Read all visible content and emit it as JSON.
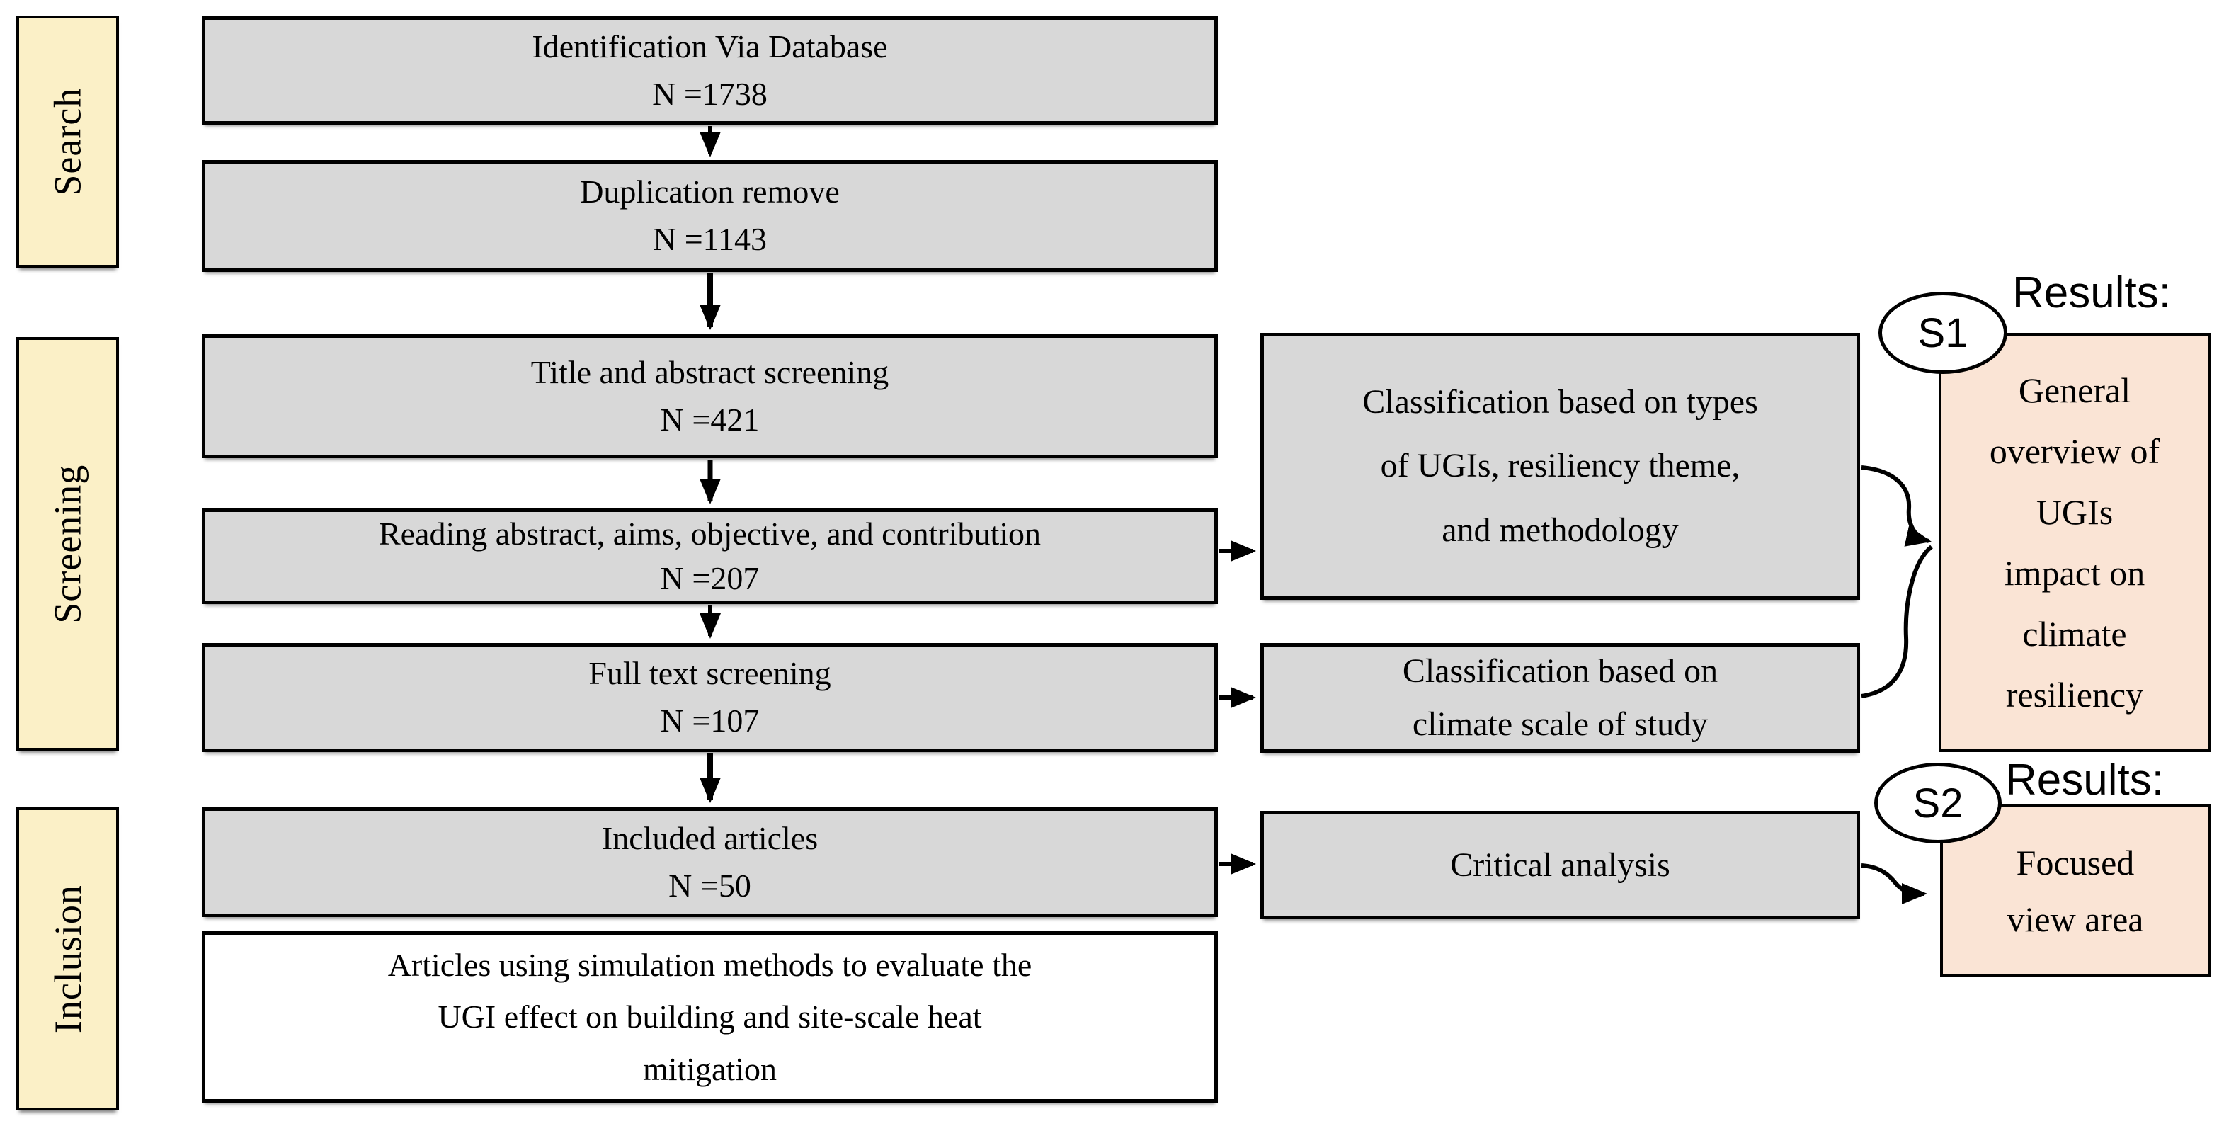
{
  "stages": [
    {
      "label": "Search"
    },
    {
      "label": "Screening"
    },
    {
      "label": "Inclusion"
    }
  ],
  "flow": [
    {
      "title": "Identification Via Database",
      "count": "N =1738"
    },
    {
      "title": "Duplication remove",
      "count": "N =1143"
    },
    {
      "title": "Title and abstract screening",
      "count": "N =421"
    },
    {
      "title": "Reading abstract, aims, objective, and contribution",
      "count": "N =207"
    },
    {
      "title": "Full text screening",
      "count": "N =107"
    },
    {
      "title": "Included articles",
      "count": "N =50"
    }
  ],
  "criteria_note": "Articles using simulation methods to evaluate the\nUGI effect on building and site-scale heat\nmitigation",
  "analysis": [
    {
      "text": "Classification based on types\nof UGIs, resiliency theme,\nand methodology"
    },
    {
      "text": "Classification based on\nclimate scale of study"
    },
    {
      "text": "Critical analysis"
    }
  ],
  "results": [
    {
      "tag": "S1",
      "label": "Results:",
      "text": "General\noverview of\nUGIs\nimpact on\nclimate\nresiliency"
    },
    {
      "tag": "S2",
      "label": "Results:",
      "text": "Focused\nview area"
    }
  ],
  "colors": {
    "stage_fill": "#FBF0C7",
    "process_fill": "#D8D8D8",
    "result_fill": "#FAE4D5",
    "border": "#000000",
    "background": "#FFFFFF"
  }
}
